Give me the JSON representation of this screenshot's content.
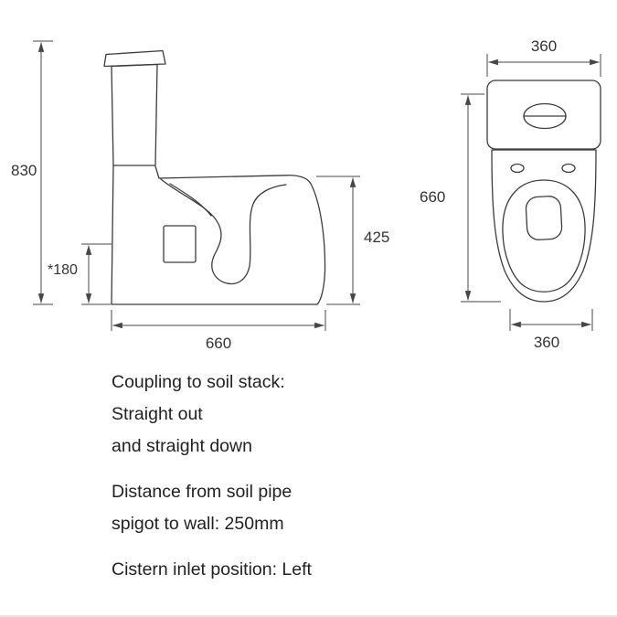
{
  "side_view": {
    "height_label": "830",
    "outlet_height_label": "*180",
    "bowl_height_label": "425",
    "depth_label": "660"
  },
  "front_view": {
    "top_width_label": "360",
    "height_label": "660",
    "bottom_width_label": "360"
  },
  "notes": {
    "coupling": [
      "Coupling to soil stack:",
      "Straight out",
      "and straight down"
    ],
    "distance": [
      "Distance from soil pipe",
      "spigot to wall: 250mm"
    ],
    "inlet": [
      "Cistern inlet position: Left"
    ]
  },
  "colors": {
    "line": "#3c3c3c",
    "dim": "#474747",
    "text": "#222222",
    "background": "#ffffff"
  }
}
